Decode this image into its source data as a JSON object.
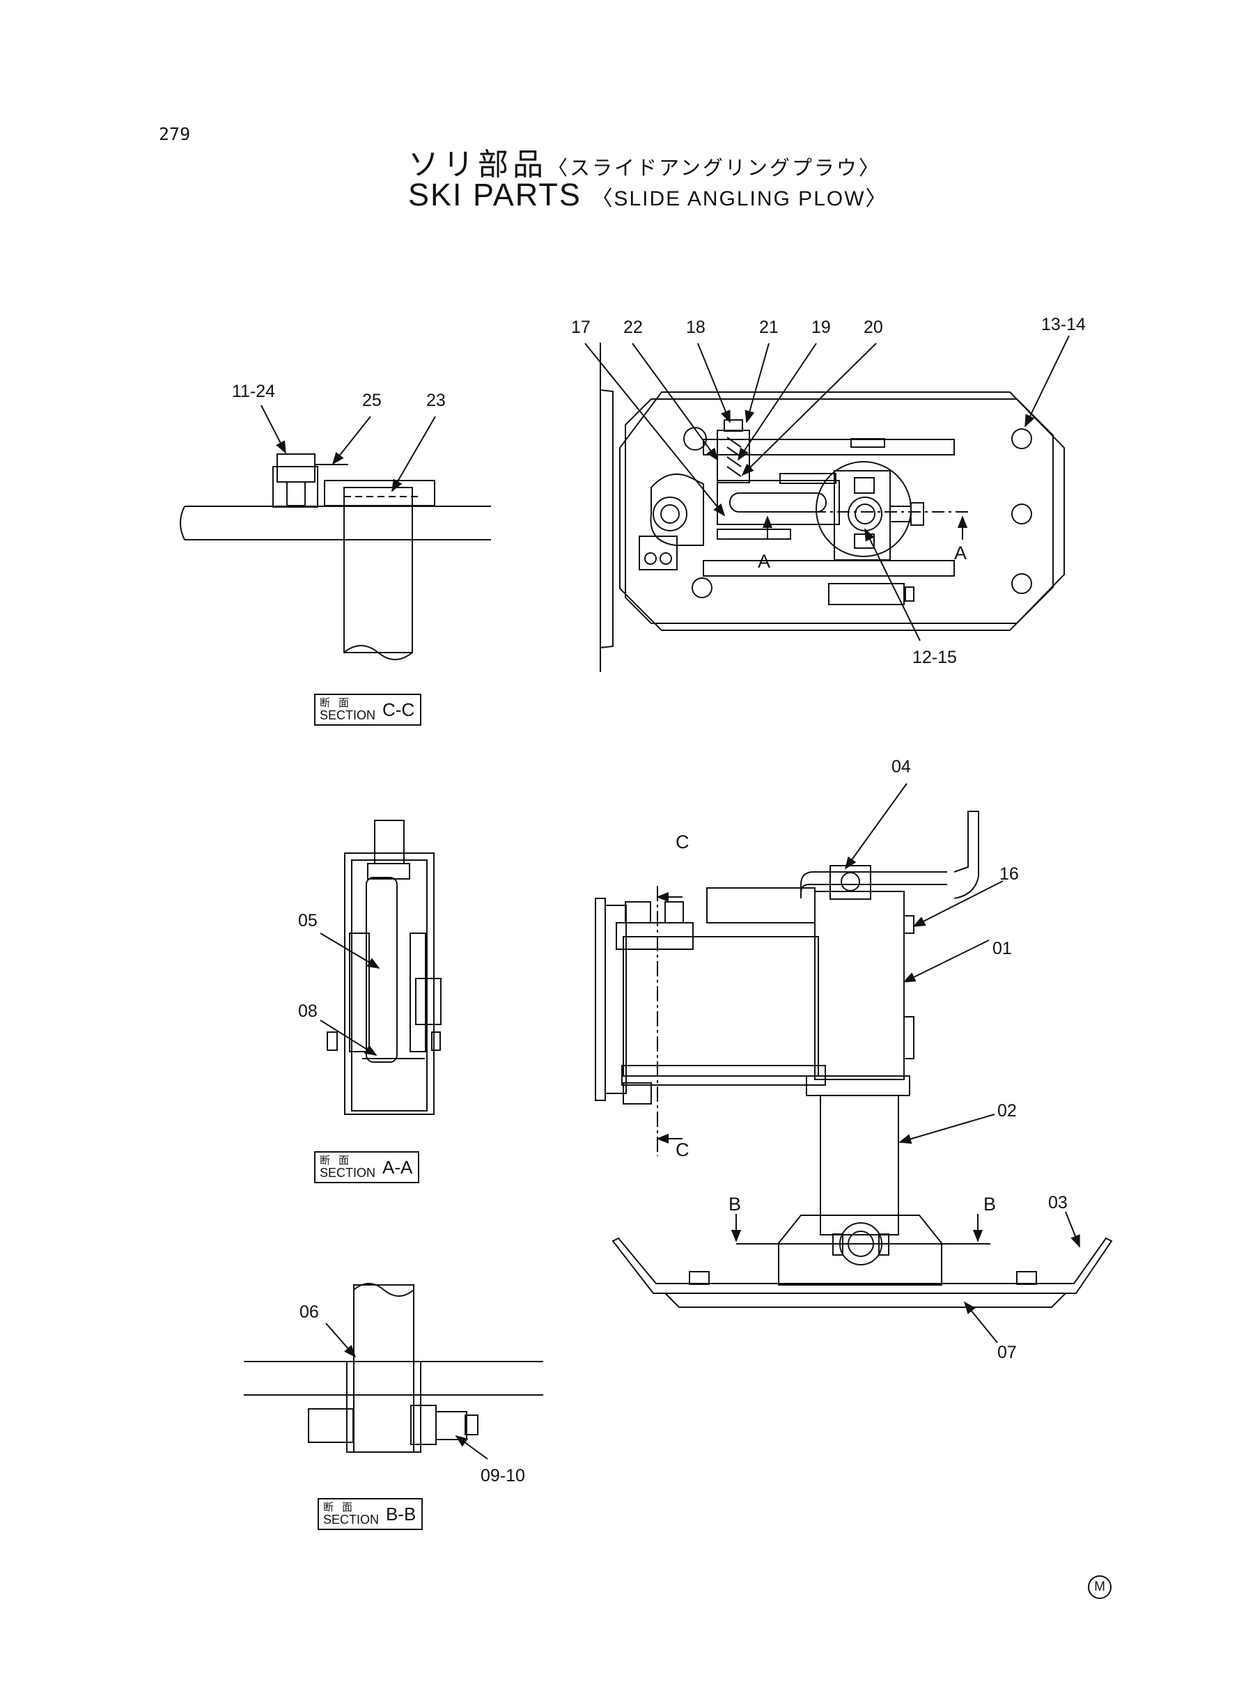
{
  "page": {
    "number": "279"
  },
  "title": {
    "jp": "ソリ部品",
    "jp_sub": "〈スライドアングリングプラウ〉",
    "en": "SKI PARTS",
    "en_sub": "〈SLIDE ANGLING PLOW〉"
  },
  "callouts": {
    "c17": "17",
    "c22": "22",
    "c18": "18",
    "c21": "21",
    "c19": "19",
    "c20": "20",
    "c13_14": "13-14",
    "c12_15": "12-15",
    "c11_24": "11-24",
    "c25": "25",
    "c23": "23",
    "c04": "04",
    "c16": "16",
    "c01": "01",
    "c02": "02",
    "c03": "03",
    "c07": "07",
    "c05": "05",
    "c08": "08",
    "c06": "06",
    "c09_10": "09-10"
  },
  "section_marks": {
    "a": "A",
    "b": "B",
    "c": "C"
  },
  "sections": {
    "cc": {
      "jp": "断面",
      "en": "SECTION",
      "id": "C-C"
    },
    "aa": {
      "jp": "断面",
      "en": "SECTION",
      "id": "A-A"
    },
    "bb": {
      "jp": "断面",
      "en": "SECTION",
      "id": "B-B"
    }
  },
  "maker_mark": "M"
}
